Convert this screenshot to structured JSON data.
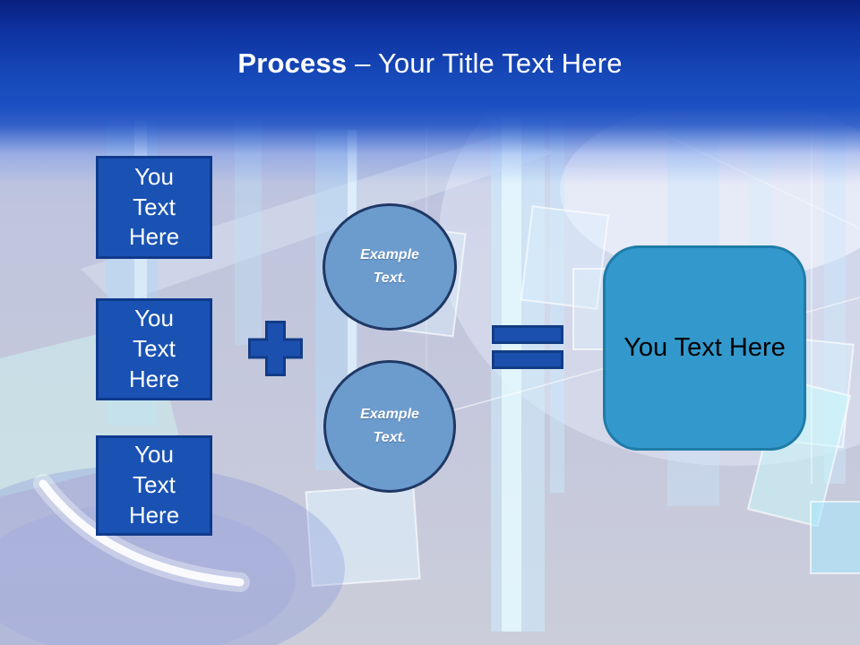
{
  "title": {
    "bold": "Process",
    "rest": " – Your Title Text Here"
  },
  "left_boxes": [
    {
      "label": "You Text Here"
    },
    {
      "label": "You Text Here"
    },
    {
      "label": "You Text Here"
    }
  ],
  "circles": [
    {
      "label": "Example Text."
    },
    {
      "label": "Example Text."
    }
  ],
  "result_box": {
    "label": "You Text Here"
  },
  "colors": {
    "header_top": "#0a2080",
    "header_bottom": "#1c50c2",
    "title_text": "#ffffff",
    "box_fill": "#1a52b4",
    "box_border": "#0f3a8c",
    "operator_fill": "#1b50ae",
    "operator_border": "#123c86",
    "circle_fill": "#6c9cce",
    "circle_border": "#1f3864",
    "result_fill": "#3399cc",
    "result_border": "#1e7ca8",
    "result_text": "#000000"
  }
}
